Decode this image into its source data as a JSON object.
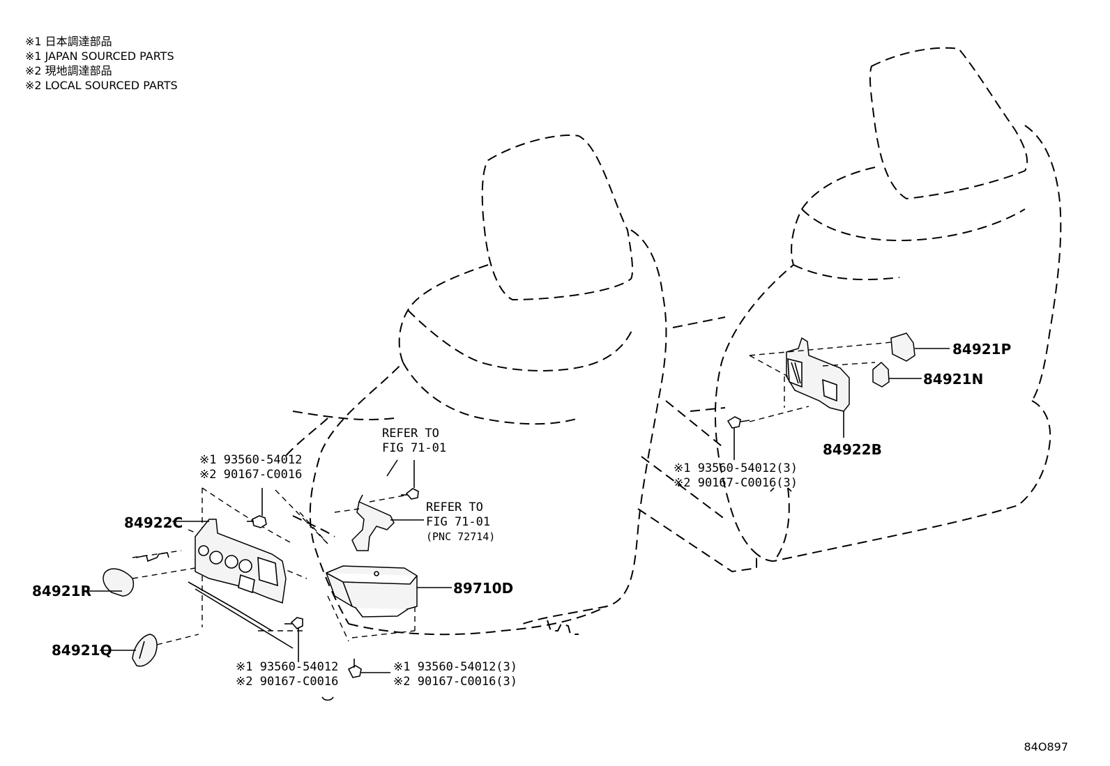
{
  "legend": [
    "※1 日本調達部品",
    "※1 JAPAN SOURCED PARTS",
    "※2 現地調達部品",
    "※2 LOCAL SOURCED PARTS"
  ],
  "parts": {
    "p84922C": "84922C",
    "p84921R": "84921R",
    "p84921Q": "84921Q",
    "p89710D": "89710D",
    "p84921P": "84921P",
    "p84921N": "84921N",
    "p84922B": "84922B"
  },
  "screws": {
    "top_left_1": "※1 93560-54012",
    "top_left_2": "※2 90167-C0016",
    "bottom_left_1": "※1 93560-54012",
    "bottom_left_2": "※2 90167-C0016",
    "bottom_mid_1": "※1 93560-54012(3)",
    "bottom_mid_2": "※2 90167-C0016(3)",
    "right_1": "※1 93560-54012(3)",
    "right_2": "※2 90167-C0016(3)"
  },
  "references": {
    "ref1_line1": "REFER TO",
    "ref1_line2": "FIG 71-01",
    "ref2_line1": "REFER TO",
    "ref2_line2": "FIG 71-01",
    "ref2_line3": "(PNC 72714)"
  },
  "illustration_code": "84O897"
}
